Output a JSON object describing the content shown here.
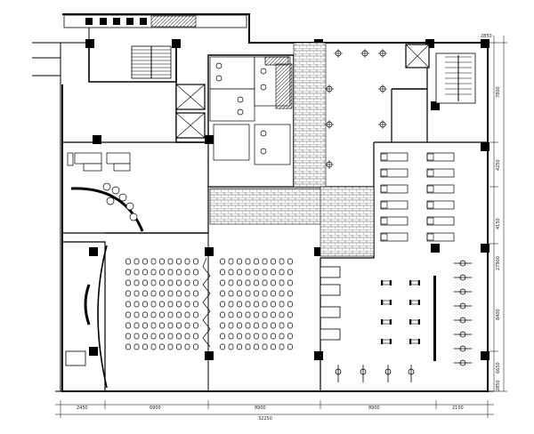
{
  "drawing": {
    "bottom_dimensions": {
      "segments": [
        "2450",
        "6900",
        "8900",
        "8900",
        "2100"
      ],
      "total": "32250"
    },
    "right_dimensions": [
      "7800",
      "4250",
      "4150",
      "27900",
      "8400",
      "6650",
      "2850"
    ],
    "top_dimension": "2850"
  }
}
